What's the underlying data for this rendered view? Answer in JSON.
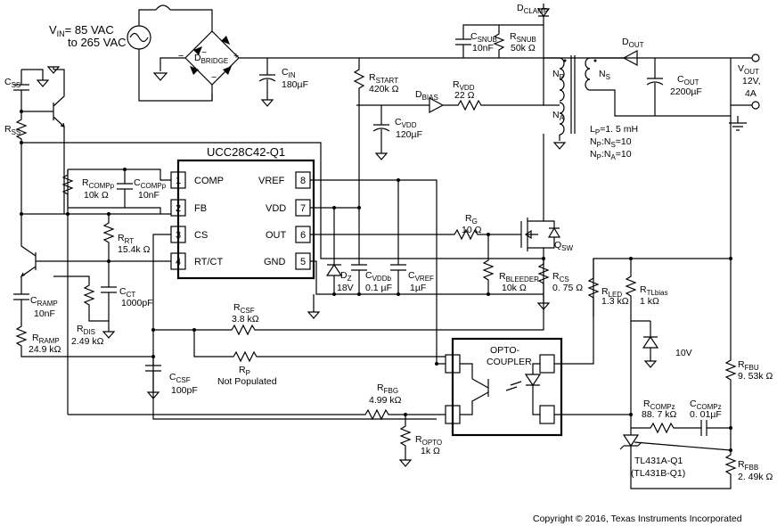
{
  "source": {
    "vin_value": "= 85 VAC",
    "vin_range": "to 265 VAC",
    "bridge_label": "D",
    "bridge_sub": "BRIDGE"
  },
  "ic": {
    "name": "UCC28C42-Q1",
    "pins": [
      {
        "num": "1",
        "name": "COMP"
      },
      {
        "num": "2",
        "name": "FB"
      },
      {
        "num": "3",
        "name": "CS"
      },
      {
        "num": "4",
        "name": "RT/CT"
      },
      {
        "num": "8",
        "name": "VREF"
      },
      {
        "num": "7",
        "name": "VDD"
      },
      {
        "num": "6",
        "name": "OUT"
      },
      {
        "num": "5",
        "name": "GND"
      }
    ]
  },
  "components": {
    "cin": {
      "sub": "IN",
      "value": "180µF"
    },
    "rstart": {
      "sub": "START",
      "value": "420k Ω"
    },
    "csnub": {
      "sub": "SNUB",
      "value": "10nF"
    },
    "rsnub": {
      "sub": "SNUB",
      "value": "50k Ω"
    },
    "dclamp": {
      "sub": "CLAMP"
    },
    "dbias": {
      "sub": "BIAS"
    },
    "rvdd": {
      "sub": "VDD",
      "value": "22 Ω"
    },
    "cvdd": {
      "sub": "VDD",
      "value": "120µF"
    },
    "dout": {
      "sub": "OUT"
    },
    "cout": {
      "sub": "OUT",
      "value": "2200µF"
    },
    "css": {
      "sub": "SS"
    },
    "rss": {
      "sub": "SS"
    },
    "rcompp": {
      "sub": "COMPp",
      "value": "10k Ω"
    },
    "ccompp": {
      "sub": "COMPp",
      "value": "10nF"
    },
    "rrt": {
      "sub": "RT",
      "value": "15.4k Ω"
    },
    "cct": {
      "sub": "CT",
      "value": "1000pF"
    },
    "cramp": {
      "sub": "RAMP",
      "value": "10nF"
    },
    "rramp": {
      "sub": "RAMP",
      "value": "24.9 kΩ"
    },
    "rdis": {
      "sub": "DIS",
      "value": "2.49 kΩ"
    },
    "rcsf": {
      "sub": "CSF",
      "value": "3.8 kΩ"
    },
    "ccsf": {
      "sub": "CSF",
      "value": "100pF"
    },
    "rp": {
      "sub": "P",
      "value": "Not Populated"
    },
    "rfbg": {
      "sub": "FBG",
      "value": "4.99 kΩ"
    },
    "ropto": {
      "sub": "OPTO",
      "value": "1k Ω"
    },
    "dz": {
      "sub": "Z",
      "value": "18V"
    },
    "cvddb": {
      "sub": "VDDb",
      "value": "0.1 µF"
    },
    "cvref": {
      "sub": "VREF",
      "value": "1µF"
    },
    "rg": {
      "sub": "G",
      "value": "10 Ω"
    },
    "rbleeder": {
      "sub": "BLEEDER",
      "value": "10k Ω"
    },
    "rcs": {
      "sub": "CS",
      "value": "0. 75 Ω"
    },
    "qsw": {
      "sub": "SW"
    },
    "rled": {
      "sub": "LED",
      "value": "1.3 kΩ"
    },
    "rtlbias": {
      "sub": "TLbias",
      "value": "1 kΩ"
    },
    "zener10": {
      "value": "10V"
    },
    "rfbu": {
      "sub": "FBU",
      "value": "9. 53k Ω"
    },
    "rcompz": {
      "sub": "COMPz",
      "value": "88. 7 kΩ"
    },
    "ccompz": {
      "sub": "COMPz",
      "value": "0. 01µF"
    },
    "rfbb": {
      "sub": "FBB",
      "value": "2. 49k Ω"
    },
    "tl431": {
      "name": "TL431A-Q1",
      "alt": "(TL431B-Q1)"
    }
  },
  "transformer": {
    "np": "P",
    "ns": "S",
    "na": "A",
    "lp": "=1. 5 mH",
    "ratio_ps": "=10",
    "ratio_pa": "=10"
  },
  "output": {
    "label_sub": "OUT",
    "voltage": "12V,",
    "current": "4A"
  },
  "opto": {
    "line1": "OPTO-",
    "line2": "COUPLER"
  },
  "copyright": "Copyright © 2016, Texas Instruments Incorporated"
}
